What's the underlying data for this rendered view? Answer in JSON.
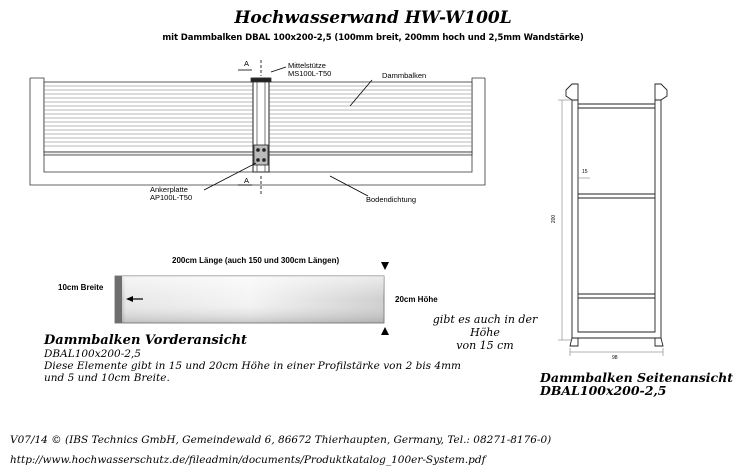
{
  "title": "Hochwasserwand HW-W100L",
  "subtitle": "mit Dammbalken DBAL 100x200-2,5  (100mm breit, 200mm hoch und 2,5mm Wandstärke)",
  "front_drawing": {
    "section_mark_top": "A",
    "section_mark_bottom": "A",
    "post_label_line1": "Mittelstütze",
    "post_label_line2": "MS100L-T50",
    "beam_label": "Dammbalken",
    "anchor_label_line1": "Ankerplatte",
    "anchor_label_line2": "AP100L-T50",
    "seal_label": "Bodendichtung"
  },
  "beam_view": {
    "length_label": "200cm Länge (auch 150 und 300cm Längen)",
    "width_label": "10cm Breite",
    "height_label": "20cm Höhe",
    "height_note_line1": "gibt es auch in der Höhe",
    "height_note_line2": "von  15 cm",
    "heading": "Dammbalken  Vorderansicht",
    "model": "DBAL100x200-2,5",
    "desc_line1": "Diese Elemente gibt in 15 und 20cm Höhe in einer Profilstärke von 2 bis 4mm",
    "desc_line2": "und 5 und 10cm Breite."
  },
  "side_view": {
    "dim_inner": "15",
    "dim_height": "200",
    "dim_width": "98",
    "heading": "Dammbalken  Seitenansicht",
    "model": "DBAL100x200-2,5"
  },
  "footer": {
    "copyright": "V07/14 ©  (IBS Technics GmbH, Gemeindewald 6, 86672  Thierhaupten, Germany, Tel.: 08271-8176-0)",
    "url": "http://www.hochwasserschutz.de/fileadmin/documents/Produktkatalog_100er-System.pdf"
  }
}
